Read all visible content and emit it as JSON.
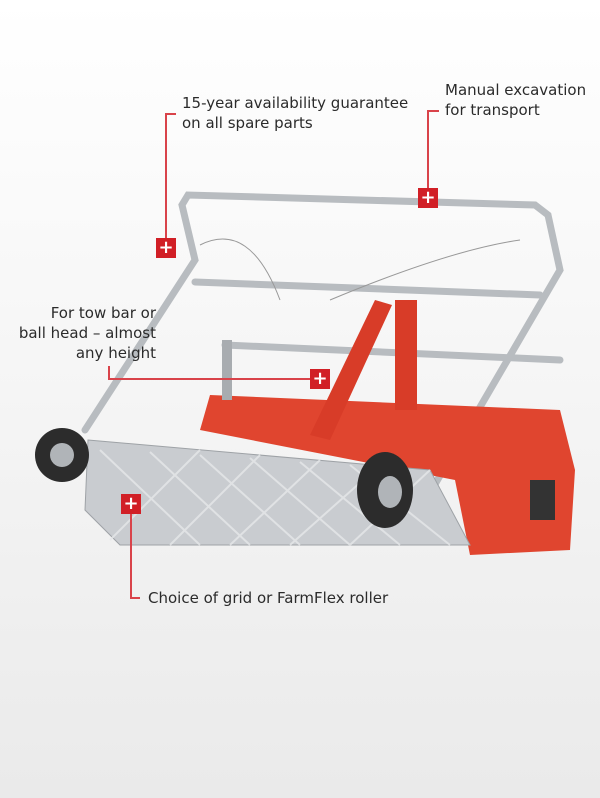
{
  "callouts": [
    {
      "id": "spare-parts",
      "lines": [
        "15-year availability guarantee",
        "on all spare parts"
      ]
    },
    {
      "id": "transport",
      "lines": [
        "Manual excavation",
        "for transport"
      ]
    },
    {
      "id": "tow-bar",
      "lines": [
        "For tow bar or",
        "ball head – almost",
        "any height"
      ]
    },
    {
      "id": "roller",
      "lines": [
        "Choice of grid or FarmFlex roller"
      ]
    }
  ],
  "marker_symbol": "+",
  "colors": {
    "accent": "#d11f26",
    "machine": "#e0452f",
    "steel": "#b8bcc0"
  }
}
